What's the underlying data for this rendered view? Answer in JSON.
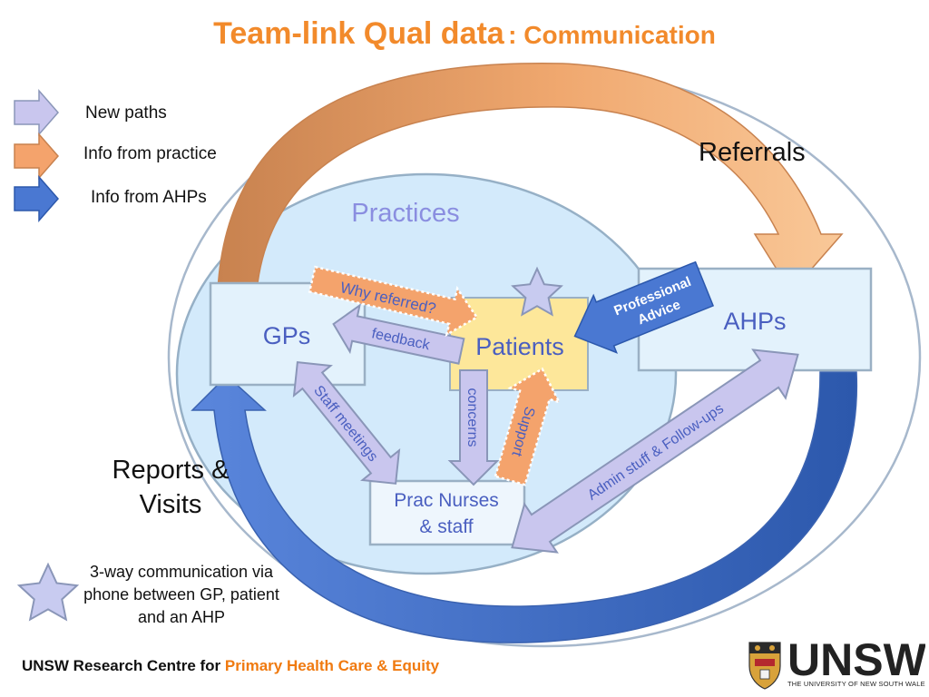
{
  "title": {
    "main": "Team-link Qual data",
    "subtitle": ": Communication"
  },
  "legend": [
    {
      "label": "New paths",
      "color": "#c9c6ee"
    },
    {
      "label": "Info from practice",
      "color": "#f4a36c"
    },
    {
      "label": "Info from AHPs",
      "color": "#4a78d2"
    }
  ],
  "regions": {
    "practices": "Practices"
  },
  "nodes": {
    "gps": "GPs",
    "patients": "Patients",
    "ahps": "AHPs",
    "prac_nurses_line1": "Prac Nurses",
    "prac_nurses_line2": "& staff"
  },
  "flows": {
    "referrals": "Referrals",
    "reports_line1": "Reports &",
    "reports_line2": "Visits",
    "why_referred": "Why referred?",
    "feedback": "feedback",
    "professional_advice_line1": "Professional",
    "professional_advice_line2": "Advice",
    "staff_meetings": "Staff meetings",
    "concerns": "concerns",
    "support": "Support",
    "admin": "Admin stuff & Follow-ups"
  },
  "note": "3-way communication via phone between GP, patient and an AHP",
  "footer": {
    "prefix": "UNSW Research Centre for",
    "accent": "Primary Health Care & Equity"
  },
  "logo": {
    "name": "UNSW",
    "subtitle": "THE UNIVERSITY OF NEW SOUTH WALES"
  },
  "icons": {
    "legend_arrow": "arrow-right-icon",
    "star": "star-icon",
    "crest": "crest-icon"
  }
}
